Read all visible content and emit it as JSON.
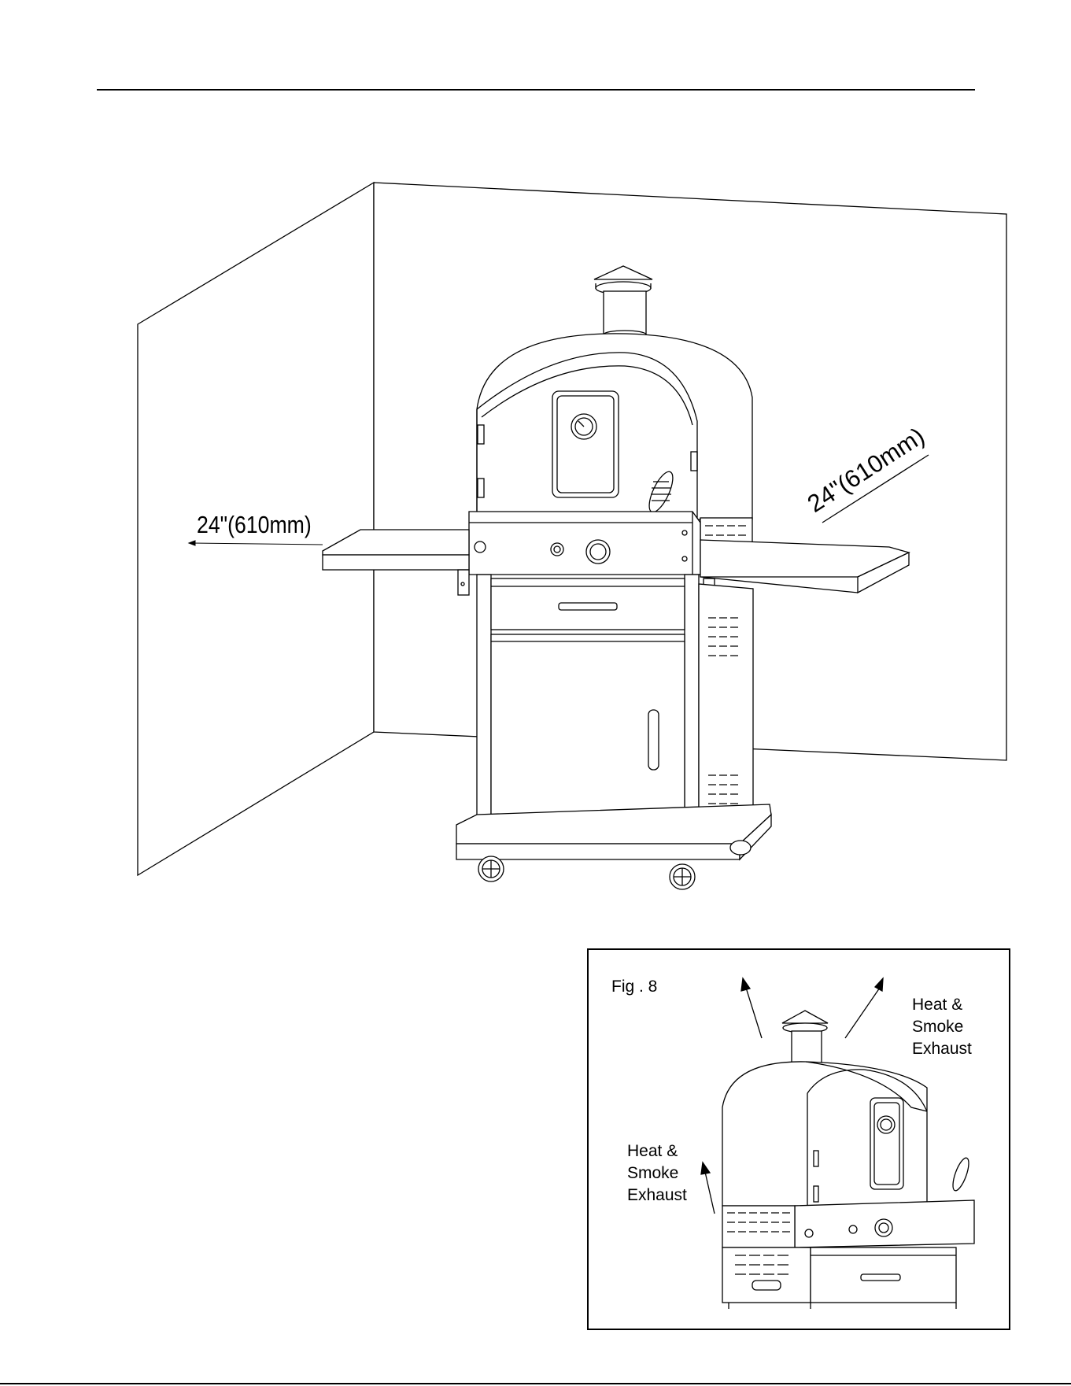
{
  "main_diagram": {
    "dimension_left": "24\"(610mm)",
    "dimension_right": "24\"(610mm)"
  },
  "figure": {
    "label": "Fig . 8",
    "exhaust_top": [
      "Heat &",
      "Smoke",
      "Exhaust"
    ],
    "exhaust_side": [
      "Heat &",
      "Smoke",
      "Exhaust"
    ]
  }
}
